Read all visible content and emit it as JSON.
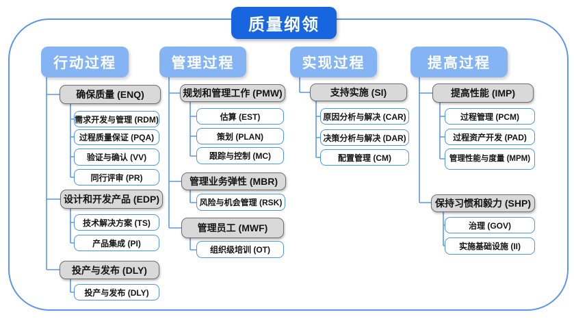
{
  "title": "质量纲领",
  "colors": {
    "title_bg": "#1766df",
    "header_bg": "#84b4f4",
    "line_blue": "#5b96ea",
    "gray_fill": "#d9d9d9",
    "gray_border": "#6e6e6e",
    "leaf_border": "#4a94ee"
  },
  "columns": [
    {
      "header": "行动过程",
      "groups": [
        {
          "label": "确保质量 (ENQ)",
          "children": [
            "需求开发与管理 (RDM)",
            "过程质量保证 (PQA)",
            "验证与确认 (VV)",
            "同行评审 (PR)"
          ]
        },
        {
          "label": "设计和开发产品 (EDP)",
          "children": [
            "技术解决方案 (TS)",
            "产品集成 (PI)"
          ]
        },
        {
          "label": "投产与发布 (DLY)",
          "children": [
            "投产与发布 (DLY)"
          ]
        }
      ]
    },
    {
      "header": "管理过程",
      "groups": [
        {
          "label": "规划和管理工作 (PMW)",
          "children": [
            "估算 (EST)",
            "策划 (PLAN)",
            "跟踪与控制 (MC)"
          ]
        },
        {
          "label": "管理业务弹性 (MBR)",
          "children": [
            "风险与机会管理 (RSK)"
          ]
        },
        {
          "label": "管理员工 (MWF)",
          "children": [
            "组织级培训 (OT)"
          ]
        }
      ]
    },
    {
      "header": "实现过程",
      "groups": [
        {
          "label": "支持实施 (SI)",
          "children": [
            "原因分析与解决 (CAR)",
            "决策分析与解决 (DAR)",
            "配置管理 (CM)"
          ]
        }
      ]
    },
    {
      "header": "提高过程",
      "groups": [
        {
          "label": "提高性能 (IMP)",
          "children": [
            "过程管理 (PCM)",
            "过程资产开发 (PAD)",
            "管理性能与度量 (MPM)"
          ]
        },
        {
          "label": "保持习惯和毅力 (SHP)",
          "children": [
            "治理 (GOV)",
            "实施基础设施 (II)"
          ]
        }
      ]
    }
  ]
}
